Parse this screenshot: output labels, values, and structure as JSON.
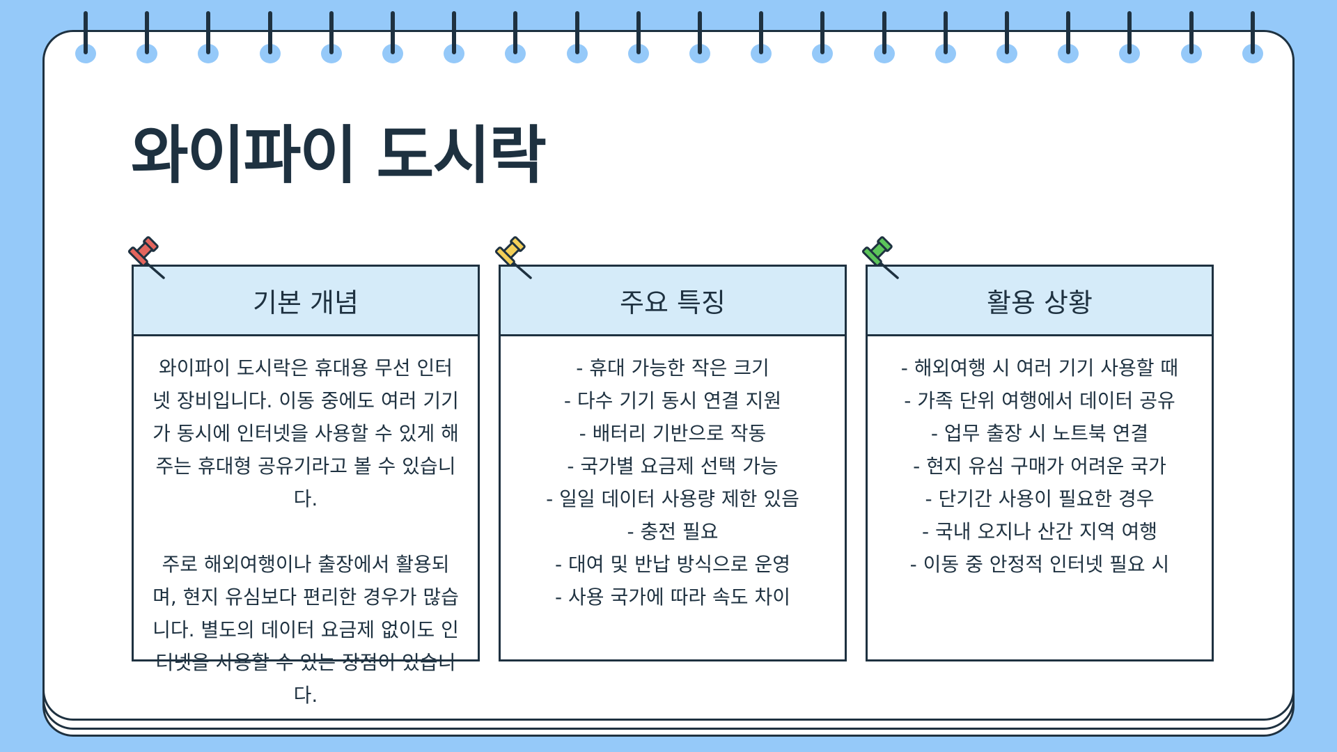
{
  "title": "와이파이 도시락",
  "colors": {
    "background": "#95c9f9",
    "ink": "#1e3140",
    "card_header": "#d5ebf9",
    "pin_red": "#e4655d",
    "pin_yellow": "#f3cf58",
    "pin_green": "#5cc45a"
  },
  "cards": [
    {
      "heading": "기본 개념",
      "pin_icon": "pushpin-red-icon",
      "paragraphs": [
        "와이파이 도시락은 휴대용 무선 인터넷 장비입니다. 이동 중에도 여러 기기가 동시에 인터넷을 사용할 수 있게 해주는 휴대형 공유기라고 볼 수 있습니다.",
        "주로 해외여행이나 출장에서 활용되며, 현지 유심보다 편리한 경우가 많습니다. 별도의 데이터 요금제 없이도 인터넷을 사용할 수 있는 장점이 있습니다."
      ]
    },
    {
      "heading": "주요 특징",
      "pin_icon": "pushpin-yellow-icon",
      "items": [
        "- 휴대 가능한 작은 크기",
        "- 다수 기기 동시 연결 지원",
        "- 배터리 기반으로 작동",
        "- 국가별 요금제 선택 가능",
        "- 일일 데이터 사용량 제한 있음",
        "- 충전 필요",
        "- 대여 및 반납 방식으로 운영",
        "- 사용 국가에 따라 속도 차이"
      ]
    },
    {
      "heading": "활용 상황",
      "pin_icon": "pushpin-green-icon",
      "items": [
        "- 해외여행 시 여러 기기 사용할 때",
        "- 가족 단위 여행에서 데이터 공유",
        "- 업무 출장 시 노트북 연결",
        "- 현지 유심 구매가 어려운 국가",
        "- 단기간 사용이 필요한 경우",
        "- 국내 오지나 산간 지역 여행",
        "- 이동 중 안정적 인터넷 필요 시"
      ]
    }
  ]
}
